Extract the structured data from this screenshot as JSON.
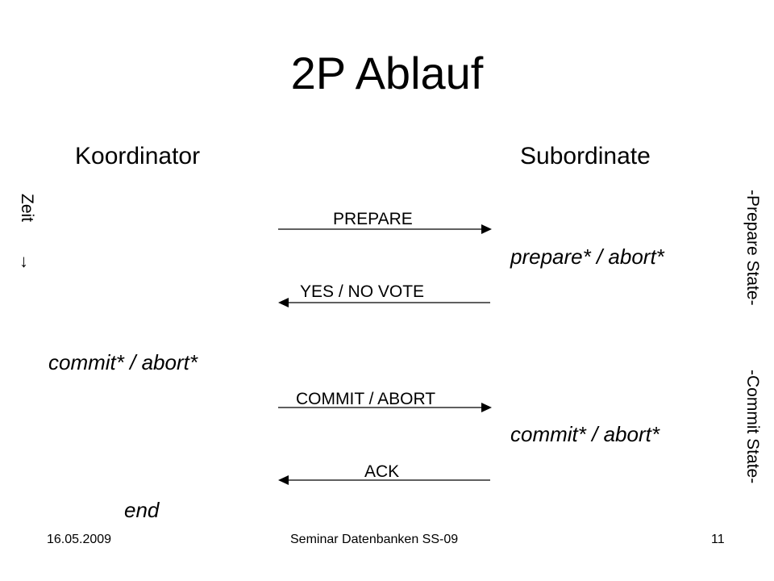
{
  "slide": {
    "title": "2P Ablauf",
    "left_heading": "Koordinator",
    "right_heading": "Subordinate",
    "time_axis_label": "Zeit",
    "time_axis_arrow": "↓",
    "prepare_state_label": "-Prepare State-",
    "commit_state_label": "-Commit State-"
  },
  "messages": {
    "prepare": "PREPARE",
    "vote": "YES / NO VOTE",
    "decision": "COMMIT / ABORT",
    "ack": "ACK"
  },
  "states": {
    "sub_prepare": "prepare* / abort*",
    "coord_commit": "commit* / abort*",
    "sub_commit": "commit* / abort*",
    "coord_end": "end"
  },
  "footer": {
    "date": "16.05.2009",
    "center": "Seminar Datenbanken SS-09",
    "page": "11"
  }
}
